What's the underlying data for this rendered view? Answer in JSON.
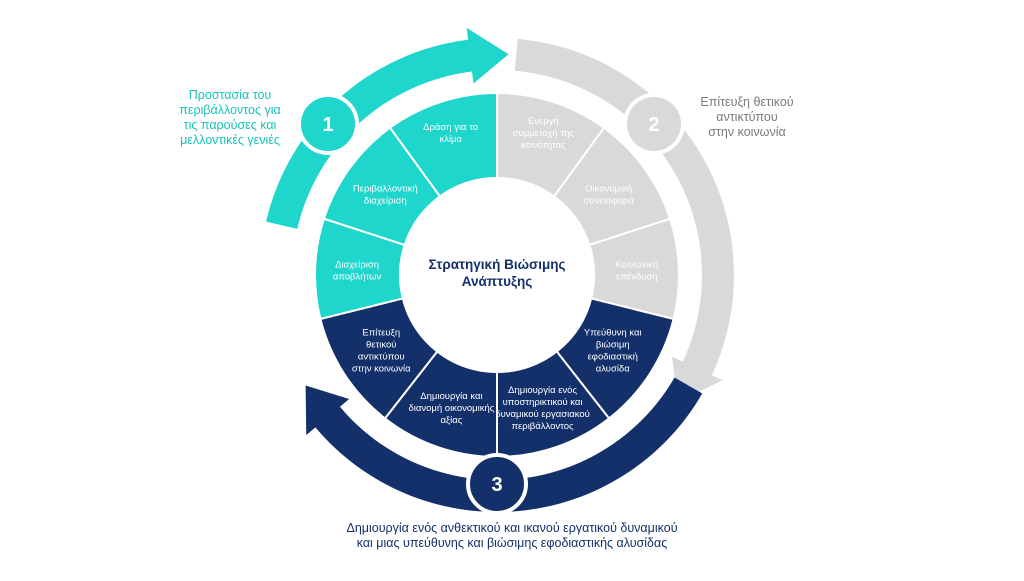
{
  "center_title": [
    "Στρατηγική Βιώσιμης",
    "Ανάπτυξης"
  ],
  "pillars": [
    {
      "number": "1",
      "color": "#1fd6cd",
      "caption": [
        "Προστασία του",
        "περιβάλλοντος για",
        "τις παρούσες και",
        "μελλοντικές γενιές"
      ],
      "segments": [
        {
          "lines": [
            "Δράση για το",
            "κλίμα"
          ]
        },
        {
          "lines": [
            "Περιβαλλοντική",
            "διαχείριση"
          ]
        },
        {
          "lines": [
            "Διαχείριση",
            "αποβλήτων"
          ]
        }
      ]
    },
    {
      "number": "2",
      "color": "#d9d9d9",
      "caption": [
        "Επίτευξη θετικού",
        "αντικτύπου",
        "στην κοινωνία"
      ],
      "segments": [
        {
          "lines": [
            "Ενεργή",
            "συμμετοχή της",
            "κοινότητας"
          ]
        },
        {
          "lines": [
            "Οικονομική",
            "συνεισφορά"
          ]
        },
        {
          "lines": [
            "Κοινωνική",
            "επένδυση"
          ]
        }
      ]
    },
    {
      "number": "3",
      "color": "#13306a",
      "caption": [
        "Δημιουργία ενός ανθεκτικού και ικανού εργατικού δυναμικού",
        "και μιας υπεύθυνης και βιώσιμης εφοδιαστικής αλυσίδας"
      ],
      "segments": [
        {
          "lines": [
            "Υπεύθυνη και",
            "βιώσιμη",
            "εφοδιαστική",
            "αλυσίδα"
          ]
        },
        {
          "lines": [
            "Δημιουργία ενός",
            "υποστηρικτικού και",
            "δυναμικού εργασιακού",
            "περιβάλλοντος"
          ]
        },
        {
          "lines": [
            "Δημιουργία και",
            "διανομή οικονομικής",
            "αξίας"
          ]
        },
        {
          "lines": [
            "Επίτευξη",
            "θετικού",
            "αντικτύπου",
            "στην κοινωνία"
          ]
        }
      ]
    }
  ]
}
